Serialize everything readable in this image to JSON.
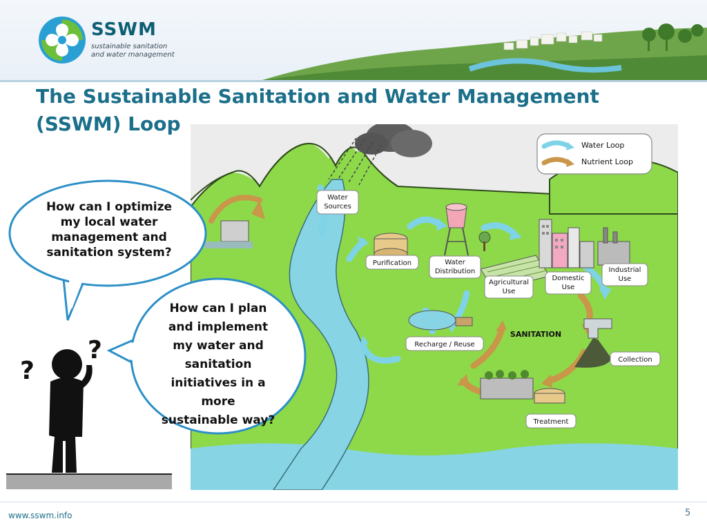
{
  "header": {
    "logo_name": "SSWM",
    "logo_tagline_line1": "sustainable sanitation",
    "logo_tagline_line2": "and water management"
  },
  "slide": {
    "title_line1": "The Sustainable Sanitation and Water Management",
    "title_line2": "(SSWM) Loop"
  },
  "bubbles": {
    "top": [
      "How can I optimize",
      "my local water",
      "management and",
      "sanitation system?"
    ],
    "bottom": [
      "How can I plan",
      "and implement",
      "my water and",
      "sanitation",
      "initiatives in a",
      "more",
      "sustainable way?"
    ]
  },
  "diagram": {
    "legend": {
      "water": "Water Loop",
      "nutrient": "Nutrient Loop"
    },
    "labels": {
      "water_sources": [
        "Water",
        "Sources"
      ],
      "purification": "Purification",
      "water_distribution": [
        "Water",
        "Distribution"
      ],
      "agricultural_use": [
        "Agricultural",
        "Use"
      ],
      "domestic_use": [
        "Domestic",
        "Use"
      ],
      "industrial_use": [
        "Industrial",
        "Use"
      ],
      "sanitation": "SANITATION",
      "collection": "Collection",
      "recharge_reuse": "Recharge / Reuse",
      "treatment": "Treatment"
    },
    "colors": {
      "water": "#7fd3e6",
      "nutrient": "#c9964a",
      "land": "#8ed94a",
      "river": "#86d4e4"
    }
  },
  "footer": {
    "url": "www.sswm.info",
    "page": "5"
  }
}
